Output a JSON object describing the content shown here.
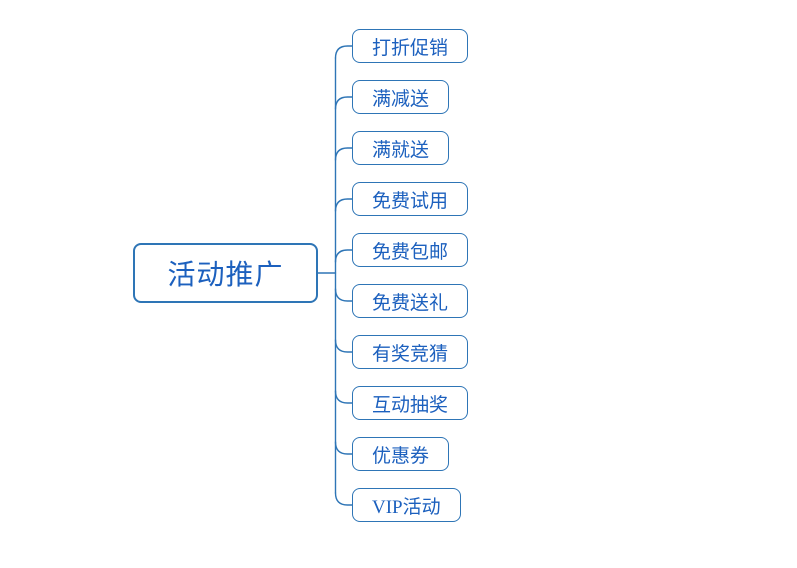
{
  "mindmap": {
    "root": {
      "label": "活动推广"
    },
    "children": [
      {
        "label": "打折促销"
      },
      {
        "label": "满减送"
      },
      {
        "label": "满就送"
      },
      {
        "label": "免费试用"
      },
      {
        "label": "免费包邮"
      },
      {
        "label": "免费送礼"
      },
      {
        "label": "有奖竞猜"
      },
      {
        "label": "互动抽奖"
      },
      {
        "label": "优惠券"
      },
      {
        "label": "VIP活动"
      }
    ],
    "colors": {
      "border": "#2E75B6",
      "line": "#2E75B6",
      "text": "#1C60BE",
      "background": "#FFFFFF"
    }
  }
}
